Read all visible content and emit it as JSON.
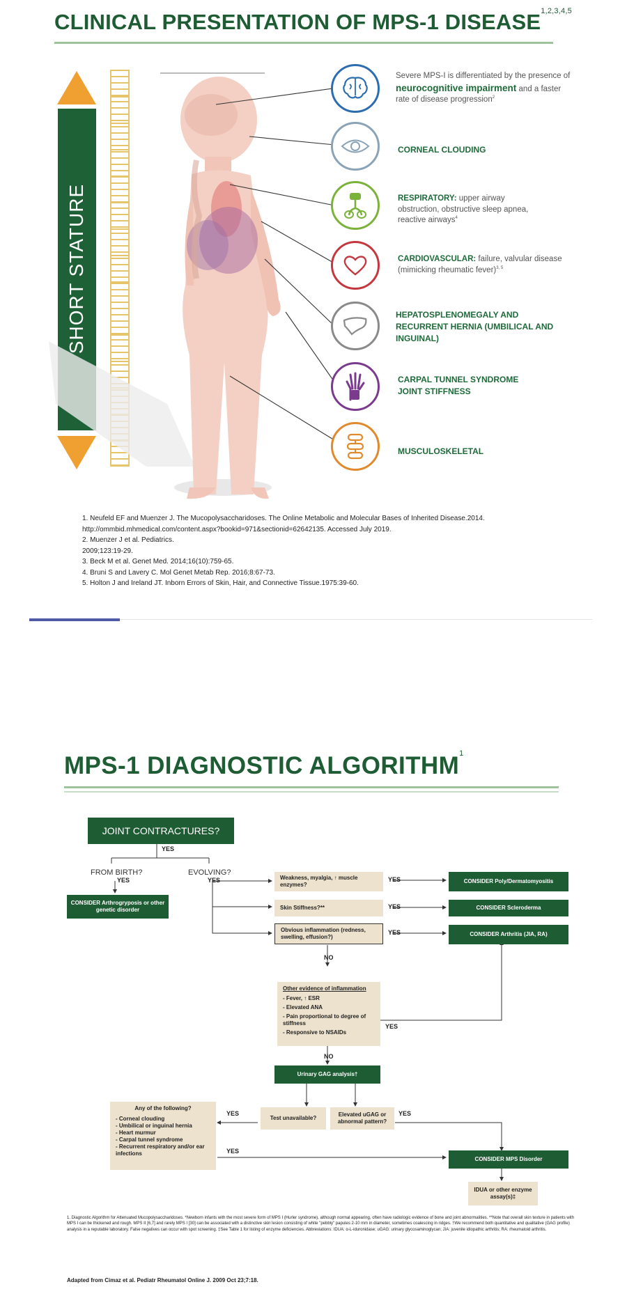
{
  "page1": {
    "title": "CLINICAL PRESENTATION OF MPS-1 DISEASE",
    "title_sup": "1,2,3,4,5",
    "stature_label": "SHORT STATURE",
    "features": [
      {
        "pre": "Severe MPS-I is differentiated by the presence of ",
        "bold": "neurocognitive impairment",
        "post": " and a faster rate of disease progression",
        "sup": "2",
        "color": "#2c6db0",
        "icon": "brain-icon"
      },
      {
        "caps": "CORNEAL CLOUDING",
        "color": "#8aa3b7",
        "icon": "eye-icon"
      },
      {
        "bold": "RESPIRATORY:",
        "post": " upper airway obstruction, obstructive sleep apnea, reactive airways",
        "sup": "4",
        "color": "#7ab23a",
        "icon": "lungs-icon"
      },
      {
        "bold": "CARDIOVASCULAR:",
        "post": " failure, valvular disease (mimicking rheumatic fever)",
        "sup": "3, 5",
        "color": "#c4373f",
        "icon": "heart-icon"
      },
      {
        "caps": "HEPATOSPLENOMEGALY AND RECURRENT HERNIA (UMBILICAL AND INGUINAL)",
        "color": "#8a8a8a",
        "icon": "liver-icon"
      },
      {
        "caps1": "CARPAL TUNNEL SYNDROME",
        "caps2": "JOINT STIFFNESS",
        "color": "#7a3b8f",
        "icon": "hand-icon"
      },
      {
        "caps": "MUSCULOSKELETAL",
        "color": "#e08a2e",
        "icon": "spine-icon"
      }
    ],
    "references": [
      "1. Neufeld EF and Muenzer J. The Mucopolysaccharidoses. The Online Metabolic and Molecular Bases of Inherited Disease.2014.",
      "http://ommbid.mhmedical.com/content.aspx?bookid=971&sectionid=62642135. Accessed July 2019.",
      "2. Muenzer J et al. Pediatrics.",
      "2009;123:19-29.",
      "3. Beck M et al. Genet Med. 2014;16(10):759-65.",
      "4. Bruni S and Lavery C. Mol Genet Metab Rep. 2016;8:67-73.",
      "5. Holton J and Ireland JT. Inborn Errors of Skin, Hair, and Connective Tissue.1975:39-60."
    ]
  },
  "page2": {
    "title": "MPS-1 DIAGNOSTIC ALGORITHM",
    "title_sup": "1",
    "joint": "JOINT CONTRACTURES?",
    "yes": "YES",
    "no": "NO",
    "from_birth": "FROM BIRTH?",
    "evolving": "EVOLVING?",
    "consider_arthro": "CONSIDER Arthrogryposis or other genetic disorder",
    "weakness": "Weakness, myalgia, ↑ muscle enzymes?",
    "skin": "Skin Stiffness?**",
    "inflammation": "Obvious inflammation (redness, swelling, effusion?)",
    "consider_poly": "CONSIDER Poly/Dermatomyositis",
    "consider_sclero": "CONSIDER Scleroderma",
    "consider_arthritis": "CONSIDER Arthritis (JIA, RA)",
    "other_title": "Other evidence of inflammation",
    "other_items": [
      "- Fever, ↑ ESR",
      "- Elevated ANA",
      "- Pain proportional to degree of stiffness",
      "- Responsive to NSAIDs"
    ],
    "urinary": "Urinary GAG analysis†",
    "test_unavail": "Test unavailable?",
    "elevated": "Elevated uGAG or abnormal pattern?",
    "any_title": "Any of the following?",
    "any_items": [
      "- Corneal clouding",
      "- Umbilical or inguinal hernia",
      "- Heart murmur",
      "- Carpal tunnel syndrome",
      "- Recurrent respiratory and/or ear infections"
    ],
    "consider_mps": "CONSIDER MPS Disorder",
    "idua": "IDUA or other enzyme assay(s)‡",
    "footnote": "1. Diagnostic Algorithm for Attenuated Mucopolysaccharidoses. *Newborn infants with the most severe form of MPS I (Hurler syndrome), although normal appearing, often have radiologic evidence of bone and joint abnormalities. **Note that overall skin texture in patients with MPS I can be thickened and rough. MPS II [6,7] and rarely MPS I [30] can be associated with a distinctive skin lesion consisting of white \"pebbly\" papules 2-10 mm in diameter, sometimes coalescing in ridges. †We recommend both quantitative and qualitative (GAG profile) analysis in a reputable laboratory. False negatives can occur with spot screening. ‡See Table 1 for listing of enzyme deficiencies. Abbreviations: IDUA: α-L-iduronidase; uGAG: urinary glycosaminoglycan; JIA: juvenile idiopathic arthritis; RA: rheumatoid arthritis.",
    "adapted": "Adapted from Cimaz et al. Pediatr Rheumatol Online J. 2009 Oct 23;7:18."
  }
}
